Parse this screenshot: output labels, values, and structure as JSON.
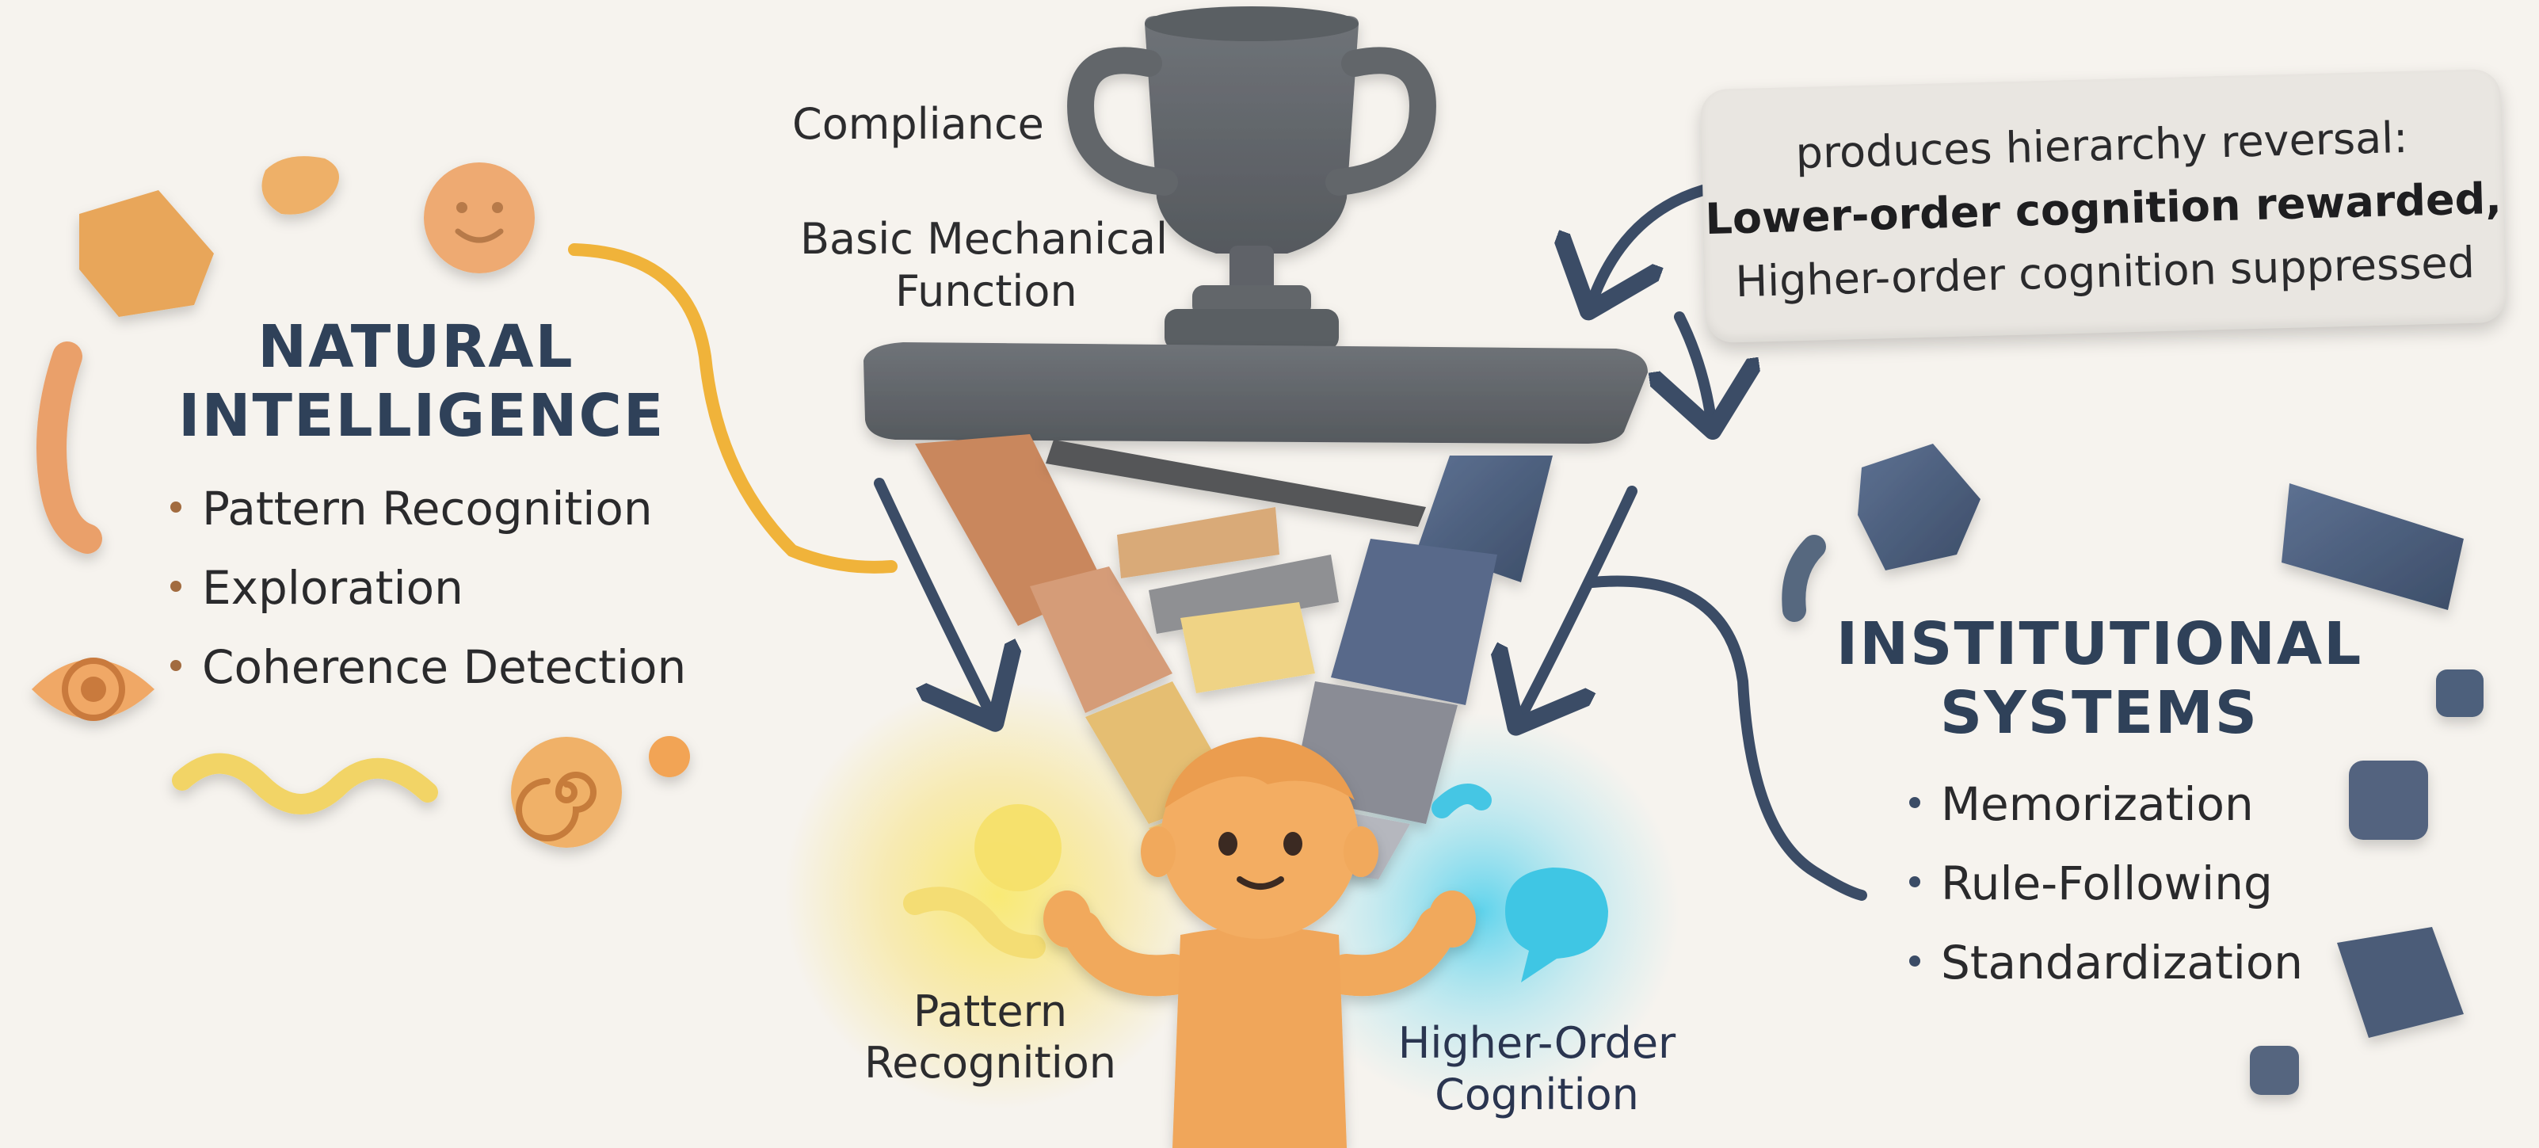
{
  "top": {
    "compliance": "Compliance",
    "mechanical_line1": "Basic Mechanical",
    "mechanical_line2": "Function"
  },
  "note": {
    "line1": "produces hierarchy reversal:",
    "line2": "Lower-order cognition rewarded,",
    "line3": "Higher-order cognition suppressed"
  },
  "natural_intelligence": {
    "title_line1": "NATURAL",
    "title_line2": "INTELLIGENCE",
    "items": [
      "Pattern Recognition",
      "Exploration",
      "Coherence Detection"
    ]
  },
  "institutional_systems": {
    "title_line1": "INSTITUTIONAL",
    "title_line2": "SYSTEMS",
    "items": [
      "Memorization",
      "Rule-Following",
      "Standardization"
    ]
  },
  "bottom": {
    "left_line1": "Pattern",
    "left_line2": "Recognition",
    "right_line1": "Higher-Order",
    "right_line2": "Cognition"
  },
  "colors": {
    "natural": "#e8a65a",
    "institutional": "#4a5d78",
    "pedestal": "#666a70",
    "glow_left": "#f7e36a",
    "glow_right": "#47c6e4"
  },
  "icons": [
    "trophy-icon",
    "child-figure",
    "eye-icon",
    "smiley-icon",
    "spiral-icon",
    "speech-bubble-icon"
  ]
}
